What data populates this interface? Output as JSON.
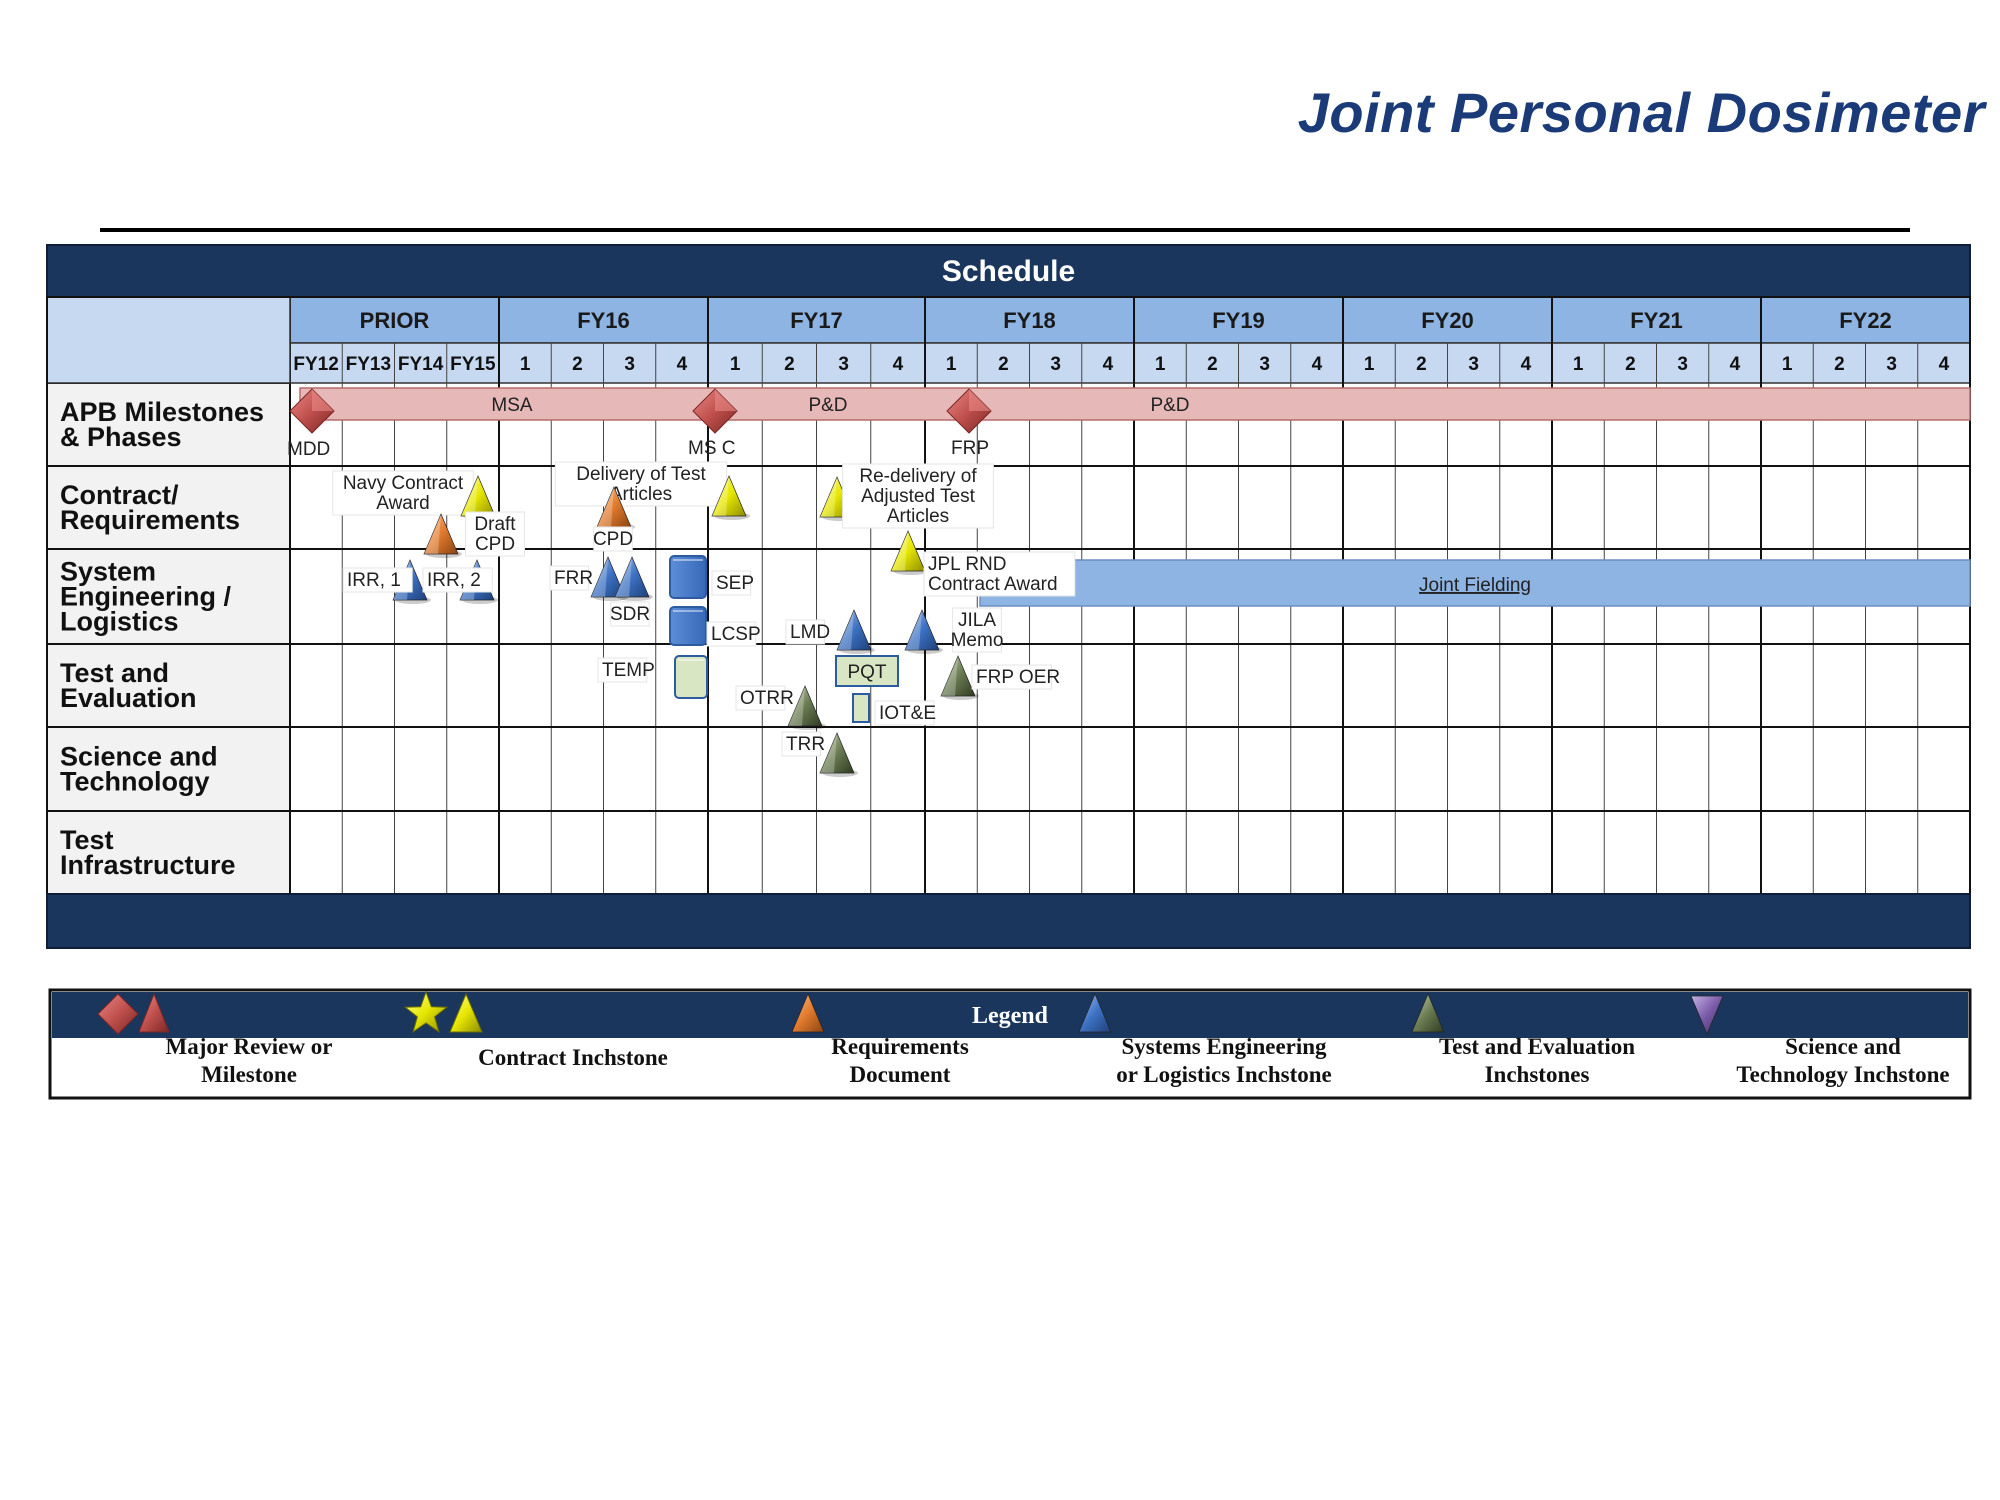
{
  "title": "Joint Personal Dosimeter",
  "schedule": {
    "heading": "Schedule",
    "years": [
      "PRIOR",
      "FY16",
      "FY17",
      "FY18",
      "FY19",
      "FY20",
      "FY21",
      "FY22"
    ],
    "prior_years": [
      "FY12",
      "FY13",
      "FY14",
      "FY15"
    ],
    "quarters": [
      "1",
      "2",
      "3",
      "4"
    ],
    "rows": [
      "APB Milestones\n& Phases",
      "Contract/\nRequirements",
      "System\nEngineering /\nLogistics",
      "Test and\nEvaluation",
      "Science and\nTechnology",
      "Test\nInfrastructure"
    ],
    "phases": [
      "MSA",
      "P&D",
      "P&D"
    ],
    "joint_fielding": "Joint Fielding",
    "labels": {
      "mdd": "MDD",
      "msc": "MS C",
      "frp": "FRP",
      "navy_contract": "Navy Contract\nAward",
      "draft_cpd": "Draft\nCPD",
      "delivery_test": "Delivery of Test\nArticles",
      "cpd": "CPD",
      "redelivery": "Re-delivery of\nAdjusted Test\nArticles",
      "jpl_rnd": "JPL RND\nContract Award",
      "irr1": "IRR, 1",
      "irr2": "IRR, 2",
      "frr": "FRR",
      "sdr": "SDR",
      "sep": "SEP",
      "lcsp": "LCSP",
      "lmd": "LMD",
      "jila": "JILA\nMemo",
      "temp": "TEMP",
      "pqt": "PQT",
      "frp_oer": "FRP OER",
      "otrr": "OTRR",
      "iote": "IOT&E",
      "trr": "TRR"
    }
  },
  "legend": {
    "heading": "Legend",
    "items": [
      "Major Review or\nMilestone",
      "Contract Inchstone",
      "Requirements\nDocument",
      "Systems Engineering\nor Logistics Inchstone",
      "Test and Evaluation\nInchstones",
      "Science and\nTechnology Inchstone"
    ]
  },
  "colors": {
    "navy": "#1b365d",
    "header_blue": "#8eb4e3",
    "subheader_blue": "#c6d9f1",
    "phase_pink": "#e6b9b8",
    "fielding_blue": "#8eb4e3",
    "milestone_red": "#c0504d",
    "contract_yellow": "#e6e600",
    "requirements_orange": "#e07a2e",
    "se_blue": "#3d72c4",
    "te_green": "#6b7c52",
    "st_purple": "#7a5aa8"
  }
}
